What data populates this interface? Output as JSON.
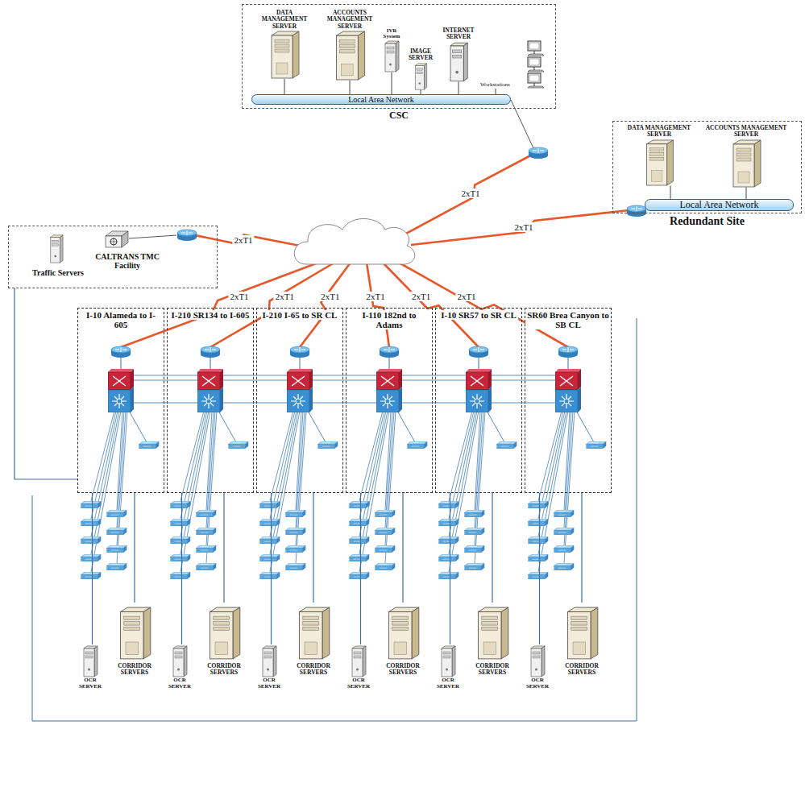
{
  "diagram": {
    "nodes": [
      {
        "text": [
          "CSC"
        ]
      },
      {
        "text": [
          "DATA MANAGEMENT SERVER"
        ],
        "in": 0
      },
      {
        "text": [
          "ACCOUNTS MANAGEMENT SERVER"
        ],
        "in": 0
      },
      {
        "text": [
          "IVR System"
        ],
        "in": 0
      },
      {
        "text": [
          "IMAGE SERVER"
        ],
        "in": 0
      },
      {
        "text": [
          "INTERNET SERVER"
        ],
        "in": 0
      },
      {
        "text": [
          "Workstations"
        ],
        "in": 0
      },
      {
        "text": [
          "Local Area Network"
        ],
        "in": 0
      },
      {
        "text": [
          "Redundant Site"
        ]
      },
      {
        "text": [
          "DATA MANAGEMENT SERVER"
        ],
        "in": 8
      },
      {
        "text": [
          "ACCOUNTS MANAGEMENT SERVER"
        ],
        "in": 8
      },
      {
        "text": [
          "Local Area Network"
        ],
        "in": 8
      },
      {
        "text": [
          "Traffic Servers",
          "CALTRANS TMC Facility"
        ]
      },
      {
        "text": [
          "I-10 Alameda to I-605"
        ]
      },
      {
        "text": [
          "I-210 SR134 to I-605"
        ]
      },
      {
        "text": [
          "I-210 I-65 to SR CL"
        ]
      },
      {
        "text": [
          "I-110 182nd to Adams"
        ]
      },
      {
        "text": [
          "I-10 SR57 to SR CL"
        ]
      },
      {
        "text": [
          "SR60 Brea Canyon to SB CL"
        ]
      },
      {
        "text": [
          "OCR SERVER"
        ]
      },
      {
        "text": [
          "CORRIDOR SERVERS"
        ]
      },
      {
        "text": [
          "OCR SERVER"
        ]
      },
      {
        "text": [
          "CORRIDOR SERVERS"
        ]
      },
      {
        "text": [
          "OCR SERVER"
        ]
      },
      {
        "text": [
          "CORRIDOR SERVERS"
        ]
      },
      {
        "text": [
          "OCR SERVER"
        ]
      },
      {
        "text": [
          "CORRIDOR SERVERS"
        ]
      },
      {
        "text": [
          "OCR SERVER"
        ]
      },
      {
        "text": [
          "CORRIDOR SERVERS"
        ]
      },
      {
        "text": [
          "OCR SERVER"
        ]
      },
      {
        "text": [
          "CORRIDOR SERVERS"
        ]
      }
    ],
    "edges": [
      {
        "from": 1,
        "to": 7,
        "arrow": "none"
      },
      {
        "from": 2,
        "to": 7,
        "arrow": "none"
      },
      {
        "from": 3,
        "to": 7,
        "arrow": "none"
      },
      {
        "from": 4,
        "to": 7,
        "arrow": "none"
      },
      {
        "from": 5,
        "to": 7,
        "arrow": "none"
      },
      {
        "from": 6,
        "to": 7,
        "arrow": "none"
      },
      {
        "from": 9,
        "to": 11,
        "arrow": "none"
      },
      {
        "from": 10,
        "to": 11,
        "arrow": "none"
      },
      {
        "from": 12,
        "to": 13,
        "arrow": "none"
      },
      {
        "from": 13,
        "to": 19,
        "arrow": "none"
      },
      {
        "from": 13,
        "to": 20,
        "arrow": "none"
      },
      {
        "from": 14,
        "to": 21,
        "arrow": "none"
      },
      {
        "from": 14,
        "to": 22,
        "arrow": "none"
      },
      {
        "from": 15,
        "to": 23,
        "arrow": "none"
      },
      {
        "from": 15,
        "to": 24,
        "arrow": "none"
      },
      {
        "from": 16,
        "to": 25,
        "arrow": "none"
      },
      {
        "from": 16,
        "to": 26,
        "arrow": "none"
      },
      {
        "from": 17,
        "to": 27,
        "arrow": "none"
      },
      {
        "from": 17,
        "to": 28,
        "arrow": "none"
      },
      {
        "from": 18,
        "to": 29,
        "arrow": "none"
      },
      {
        "from": 18,
        "to": 30,
        "arrow": "none"
      }
    ],
    "labels": [
      "2xT1",
      "2xT1",
      "2xT1",
      "2xT1",
      "2xT1",
      "2xT1",
      "2xT1",
      "2xT1",
      "2xT1"
    ]
  }
}
